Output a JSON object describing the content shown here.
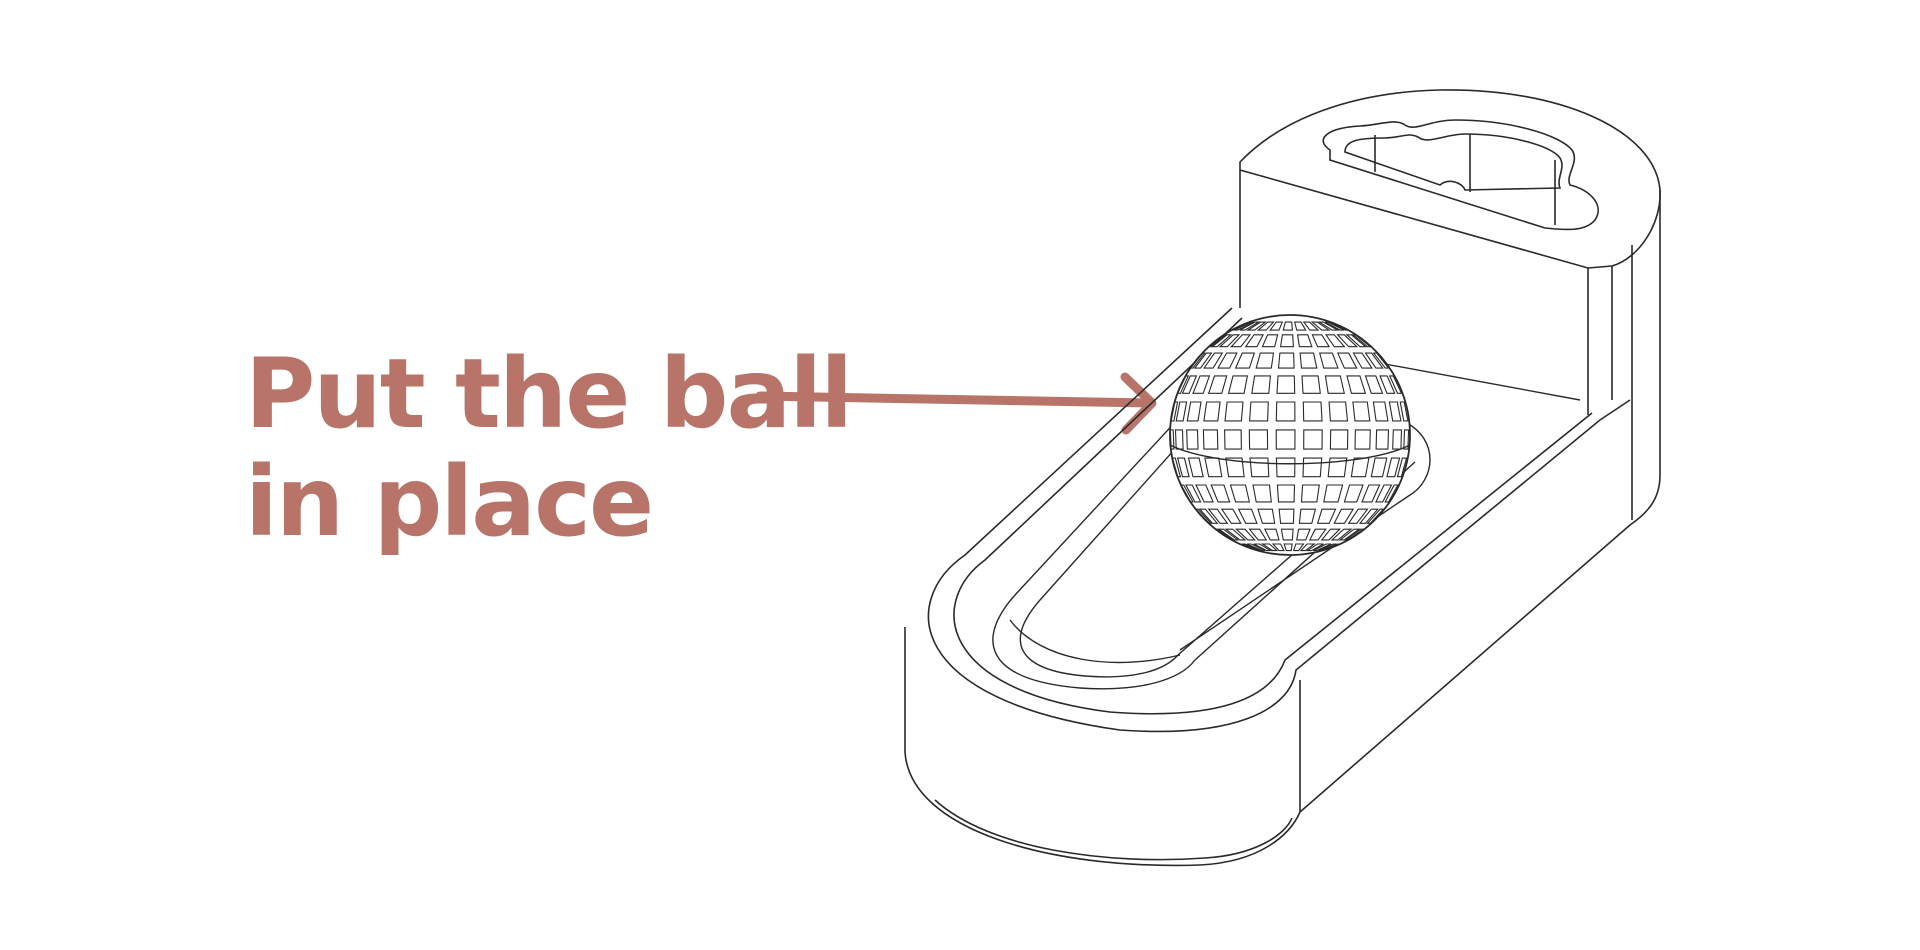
{
  "instruction": {
    "line1": "Put the ball",
    "line2": "in place"
  },
  "colors": {
    "accent": "#b87469",
    "line": "#2a2a2a",
    "background": "#ffffff"
  },
  "illustration": {
    "subject": "ball-holder-stand",
    "parts": [
      "base",
      "tower",
      "slot-cutout",
      "groove-channel",
      "lattice-ball"
    ],
    "ball_grid": {
      "rows": 11,
      "columns": 13
    }
  }
}
